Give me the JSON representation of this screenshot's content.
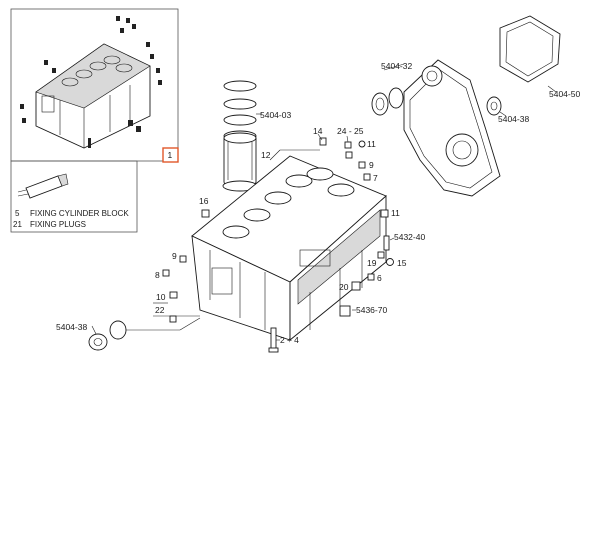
{
  "detail_box": {
    "badge": "1",
    "legend": [
      {
        "num": "5",
        "text": "FIXING CYLINDER BLOCK"
      },
      {
        "num": "21",
        "text": "FIXING PLUGS"
      }
    ]
  },
  "labels": {
    "l5404_03": "5404-03",
    "l5404_32": "5404-32",
    "l5404_50": "5404-50",
    "l5404_38_right": "5404-38",
    "l5404_38_left": "5404-38",
    "l5432_40": "5432-40",
    "l5436_70": "5436-70",
    "l14": "14",
    "l24_25": "24 - 25",
    "l12": "12",
    "l11a": "11",
    "l11b": "11",
    "l16": "16",
    "l9a": "9",
    "l9b": "9",
    "l7": "7",
    "l8": "8",
    "l10": "10",
    "l22": "22",
    "l19": "19",
    "l15": "15",
    "l6": "6",
    "l20": "20",
    "l2_4": "2 ÷ 4"
  },
  "colors": {
    "badge_border": "#e0572a",
    "line": "#1a1a1a"
  }
}
